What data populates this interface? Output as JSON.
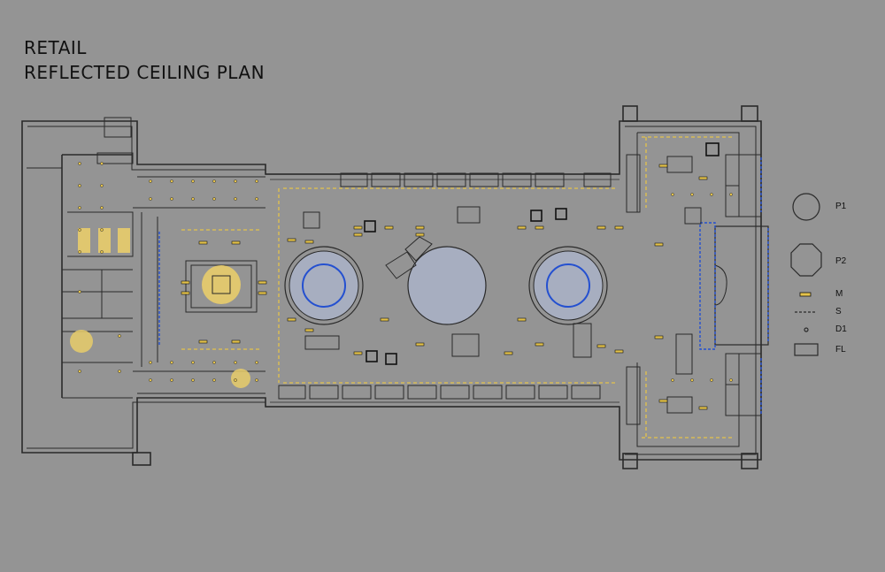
{
  "title": {
    "line1": "RETAIL",
    "line2": "REFLECTED CEILING PLAN"
  },
  "legend": [
    {
      "code": "P1",
      "symbol": "large-circle-pendant-icon"
    },
    {
      "code": "P2",
      "symbol": "octagon-pendant-icon"
    },
    {
      "code": "M",
      "symbol": "linear-fixture-icon"
    },
    {
      "code": "S",
      "symbol": "dashed-strip-light-icon"
    },
    {
      "code": "D1",
      "symbol": "downlight-icon"
    },
    {
      "code": "FL",
      "symbol": "fluorescent-panel-icon"
    }
  ],
  "colors": {
    "background": "#949494",
    "walls": "#2a2a2a",
    "fixture": "#e4c24a",
    "fixture_glow": "#e8cc6a",
    "accent_blue": "#2450d0",
    "glass": "#a7aec0"
  }
}
